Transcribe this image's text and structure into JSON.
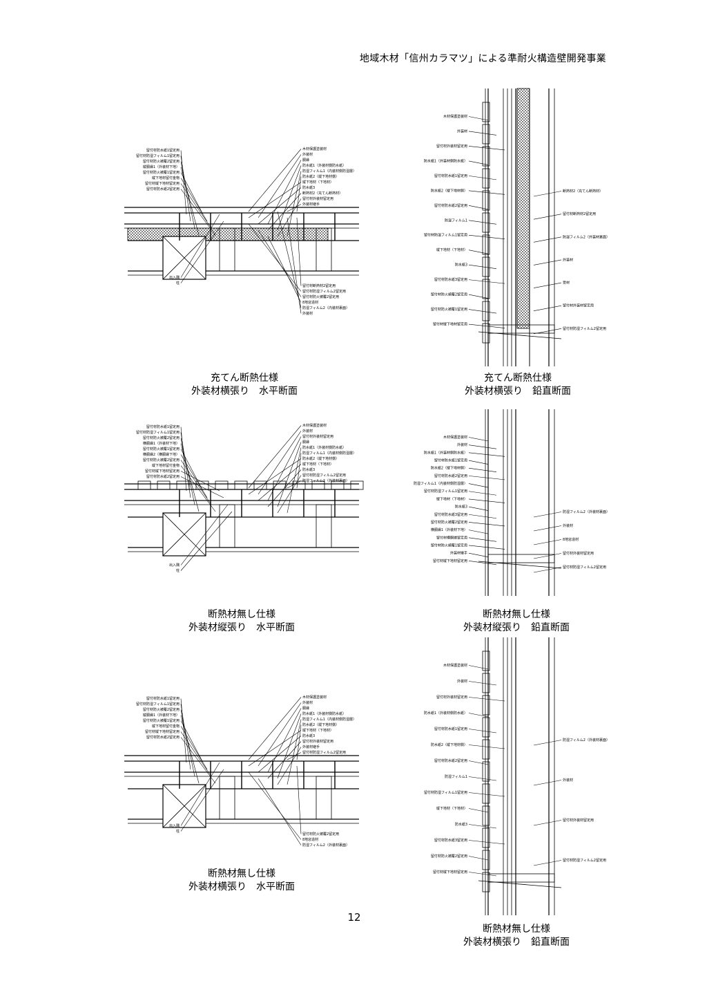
{
  "header": {
    "title": "地域木材「信州カラマツ」による準耐火構造壁開発事業"
  },
  "page_number": "12",
  "panels": [
    {
      "id": "p1",
      "caption": [
        "充てん断熱仕様",
        "外装材横張り　水平断面"
      ],
      "labels_left": [
        "留付材防水紙1留定用",
        "留付材防湿フィルム1留定用",
        "留付材防火被覆2留定用",
        "縦胴縁1（外装材下地）",
        "留付材防火被覆1留定用",
        "縦下地材留付金物",
        "留付材縦下地材留定用",
        "留付材防水紙2留定用",
        "出入隅",
        "柱"
      ],
      "labels_right": [
        "木材保護塗装材",
        "外装材",
        "胴縁",
        "防水紙1（外装材側防水紙）",
        "防湿フィルム1（内装材側防湿層）",
        "防水紙2（縦下地材側）",
        "縦下地材（下地材）",
        "防水紙3",
        "断熱材2（充てん断熱材）",
        "留付材外装材留定用",
        "外装材継手",
        "留付材断熱材2留定用",
        "留付材防湿フィルム2留定用",
        "留付材防火被覆2留定用",
        "8地窓造材",
        "防湿フィルム2（内装材裏面）",
        "外装材"
      ]
    },
    {
      "id": "p2",
      "caption": [
        "充てん断熱仕様",
        "外装材横張り　鉛直断面"
      ],
      "labels_left": [
        "木材保護塗装材",
        "外装材",
        "留付材外装材留定用",
        "防水紙1（外装材側防水紙）",
        "留付材防水紙1留定用",
        "防水紙2（縦下地材側）",
        "留付材防水紙2留定用",
        "防湿フィルム1",
        "留付材防湿フィルム1留定用",
        "縦下地材（下地材）",
        "防水紙3",
        "留付材防水紙3留定用",
        "留付材防火被覆2留定用",
        "留付材防火被覆1留定用",
        "留付材縦下地材留定用"
      ],
      "labels_right": [
        "断熱材2（充てん断熱材）",
        "留付材断熱材2留定用",
        "防湿フィルム2（外装材裏面）",
        "外装材",
        "受材",
        "留付材外装材留定用",
        "留付材防湿フィルム2留定用"
      ]
    },
    {
      "id": "p3",
      "caption": [
        "断熱材無し仕様",
        "外装材縦張り　水平断面"
      ],
      "labels_left": [
        "留付材防水紙1留定用",
        "留付材防湿フィルム1留定用",
        "留付材防火被覆2留定用",
        "横胴縁1（外装材下地）",
        "留付材防火被覆1留定用",
        "横胴縁2（横胴縁下地）",
        "留付材防火被覆2留定用",
        "縦下地材留付金物",
        "留付材縦下地材留定用",
        "留付材防水紙2留定用",
        "出入隅",
        "柱"
      ],
      "labels_right": [
        "木材保護塗装材",
        "外装材",
        "留付材外装材留定用",
        "胴縁",
        "防水紙1（外装材側防水紙）",
        "防湿フィルム1（内装材側防湿層）",
        "防水紙2（縦下地材側）",
        "縦下地材（下地材）",
        "防水紙3",
        "留付材防湿フィルム2留定用",
        "防湿フィルム2（外装材裏面）"
      ]
    },
    {
      "id": "p4",
      "caption": [
        "断熱材無し仕様",
        "外装材縦張り　鉛直断面"
      ],
      "labels_left": [
        "木材保護塗装材",
        "外装材",
        "防水紙1（外装材側防水紙）",
        "留付材防水紙1留定用",
        "防水紙2（縦下地材側）",
        "留付材防水紙2留定用",
        "防湿フィルム1（内装材側防湿層）",
        "留付材防湿フィルム1留定用",
        "縦下地材（下地材）",
        "防水紙3",
        "留付材防水紙3留定用",
        "留付材防火被覆2留定用",
        "横胴縁1（外装材下地）",
        "留付材横胴縁留定用",
        "留付材防火被覆1留定用",
        "外装材継手",
        "留付材縦下地材留定用"
      ],
      "labels_right": [
        "防湿フィルム2（外装材裏面）",
        "外装材",
        "8地窓造材",
        "留付材外装材留定用",
        "留付材防湿フィルム2留定用"
      ]
    },
    {
      "id": "p5",
      "caption": [
        "断熱材無し仕様",
        "外装材横張り　水平断面"
      ],
      "labels_left": [
        "留付材防水紙1留定用",
        "留付材防湿フィルム1留定用",
        "留付材防火被覆2留定用",
        "縦胴縁1（外装材下地）",
        "留付材防火被覆1留定用",
        "縦下地材留付金物",
        "留付材縦下地材留定用",
        "留付材防水紙2留定用",
        "出入隅",
        "柱"
      ],
      "labels_right": [
        "木材保護塗装材",
        "外装材",
        "胴縁",
        "防水紙1（外装材側防水紙）",
        "防湿フィルム1（内装材側防湿層）",
        "防水紙2（縦下地材側）",
        "縦下地材（下地材）",
        "防水紙3",
        "留付材外装材留定用",
        "外装材継手",
        "留付材防湿フィルム2留定用",
        "留付材防火被覆2留定用",
        "8地窓造材",
        "防湿フィルム2（外装材裏面）"
      ]
    },
    {
      "id": "p6",
      "caption": [
        "断熱材無し仕様",
        "外装材横張り　鉛直断面"
      ],
      "labels_left": [
        "木材保護塗装材",
        "外装材",
        "留付材外装材留定用",
        "防水紙1（外装材側防水紙）",
        "留付材防水紙1留定用",
        "防水紙2（縦下地材側）",
        "留付材防水紙2留定用",
        "防湿フィルム1",
        "留付材防湿フィルム1留定用",
        "縦下地材（下地材）",
        "防水紙3",
        "留付材防水紙3留定用",
        "留付材防火被覆2留定用",
        "留付材縦下地材留定用"
      ],
      "labels_right": [
        "防湿フィルム2（外装材裏面）",
        "外装材",
        "留付材外装材留定用",
        "留付材防湿フィルム2留定用"
      ]
    }
  ]
}
